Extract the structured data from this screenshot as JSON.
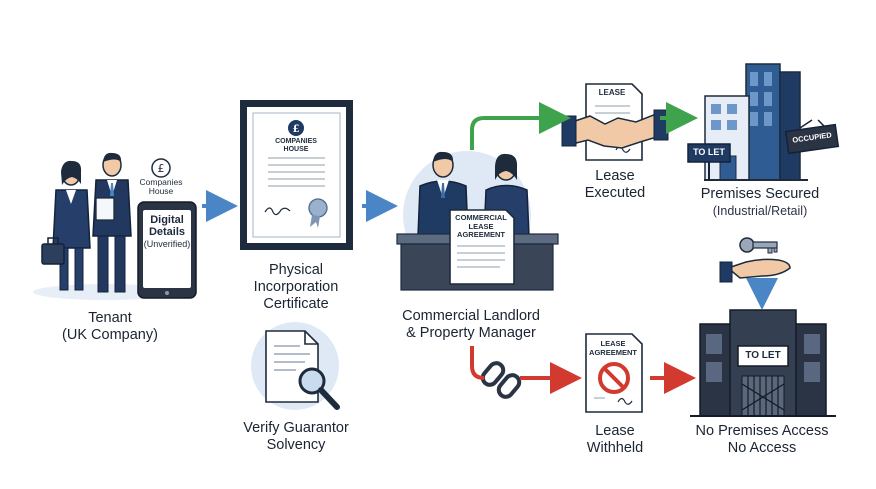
{
  "tenant": {
    "label_line1": "Tenant",
    "label_line2": "(UK Company)",
    "badge_line1": "Companies",
    "badge_line2": "House",
    "tablet_line1": "Digital",
    "tablet_line2": "Details",
    "tablet_line3": "(Unverified)"
  },
  "certificate": {
    "seal_text": "COMPANIES HOUSE",
    "label_line1": "Physical",
    "label_line2": "Incorporation",
    "label_line3": "Certificate"
  },
  "guarantor": {
    "label_line1": "Verify Guarantor",
    "label_line2": "Solvency"
  },
  "landlord": {
    "label_line1": "Commercial Landlord",
    "label_line2": "& Property Manager",
    "doc_line1": "COMMERCIAL",
    "doc_line2": "LEASE",
    "doc_line3": "AGREEMENT"
  },
  "lease_executed": {
    "doc_title": "LEASE",
    "label_line1": "Lease",
    "label_line2": "Executed"
  },
  "premises_secured": {
    "sign_left": "TO LET",
    "sign_right": "OCCUPIED",
    "label_line1": "Premises Secured",
    "label_line2": "(Industrial/Retail)"
  },
  "lease_withheld": {
    "doc_line1": "LEASE",
    "doc_line2": "AGREEMENT",
    "label_line1": "Lease",
    "label_line2": "Withheld"
  },
  "no_access": {
    "sign": "TO LET",
    "label_line1": "No Premises Access",
    "label_line2": "No Access"
  },
  "colors": {
    "navy": "#1f3a63",
    "blue_arrow": "#4a86c5",
    "green_arrow": "#3fa34d",
    "red_arrow": "#d33a2f",
    "light_circle": "#dfe9f5"
  }
}
